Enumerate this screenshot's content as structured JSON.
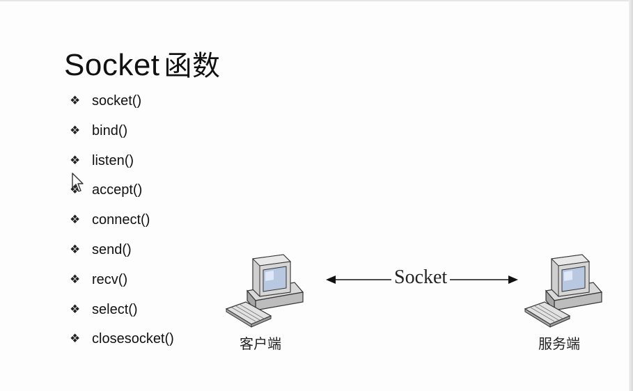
{
  "slide": {
    "title_main": "Socket",
    "title_cn": "函数",
    "bullet_glyph": "❖",
    "functions": [
      "socket()",
      "bind()",
      "listen()",
      "accept()",
      "connect()",
      "send()",
      "recv()",
      "select()",
      "closesocket()"
    ],
    "diagram": {
      "connection_label": "Socket",
      "client_label": "客户端",
      "server_label": "服务端"
    }
  },
  "colors": {
    "background": "#fdfdfd",
    "text": "#111111",
    "monitor_body": "#c8c8c8",
    "screen": "#b8c8e0"
  },
  "icons": [
    "mouse-cursor-icon",
    "computer-icon",
    "double-arrow-icon"
  ]
}
